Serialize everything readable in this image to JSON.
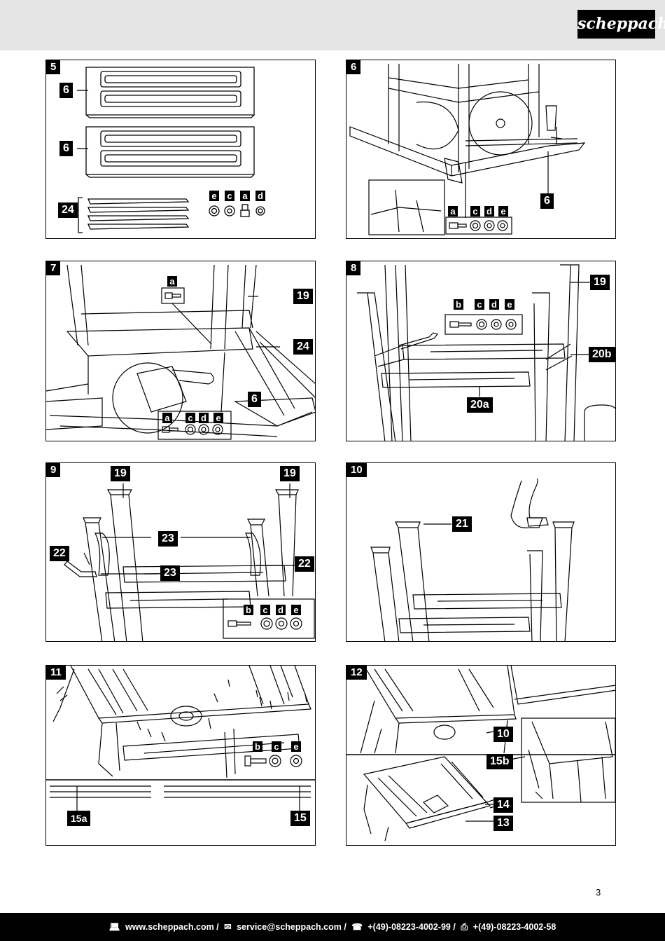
{
  "brand": {
    "logo": "scheppach"
  },
  "page_number": "3",
  "footer": {
    "web_icon": "computer-icon",
    "website": "www.scheppach.com /",
    "mail_icon": "mail-icon",
    "email": "service@scheppach.com /",
    "phone_icon": "phone-icon",
    "phone": "+(49)-08223-4002-99 /",
    "fax_icon": "fax-icon",
    "fax": "+(49)-08223-4002-58"
  },
  "figures": {
    "f5": {
      "num": "5",
      "labels": [
        "6",
        "6",
        "24"
      ],
      "hw": [
        "e",
        "c",
        "a",
        "d"
      ]
    },
    "f6": {
      "num": "6",
      "labels": [
        "6"
      ],
      "hw": [
        "a",
        "c",
        "d",
        "e"
      ]
    },
    "f7": {
      "num": "7",
      "labels": [
        "19",
        "24",
        "6"
      ],
      "hw_top": [
        "a"
      ],
      "hw": [
        "a",
        "c",
        "d",
        "e"
      ]
    },
    "f8": {
      "num": "8",
      "labels": [
        "19",
        "20b",
        "20a"
      ],
      "hw": [
        "b",
        "c",
        "d",
        "e"
      ]
    },
    "f9": {
      "num": "9",
      "labels": [
        "19",
        "19",
        "23",
        "22",
        "23",
        "22"
      ],
      "hw": [
        "b",
        "c",
        "d",
        "e"
      ]
    },
    "f10": {
      "num": "10",
      "labels": [
        "21"
      ]
    },
    "f11": {
      "num": "11",
      "labels": [
        "15a",
        "15"
      ],
      "hw": [
        "b",
        "c",
        "e"
      ]
    },
    "f12": {
      "num": "12",
      "labels": [
        "10",
        "15b",
        "14",
        "13"
      ]
    }
  }
}
